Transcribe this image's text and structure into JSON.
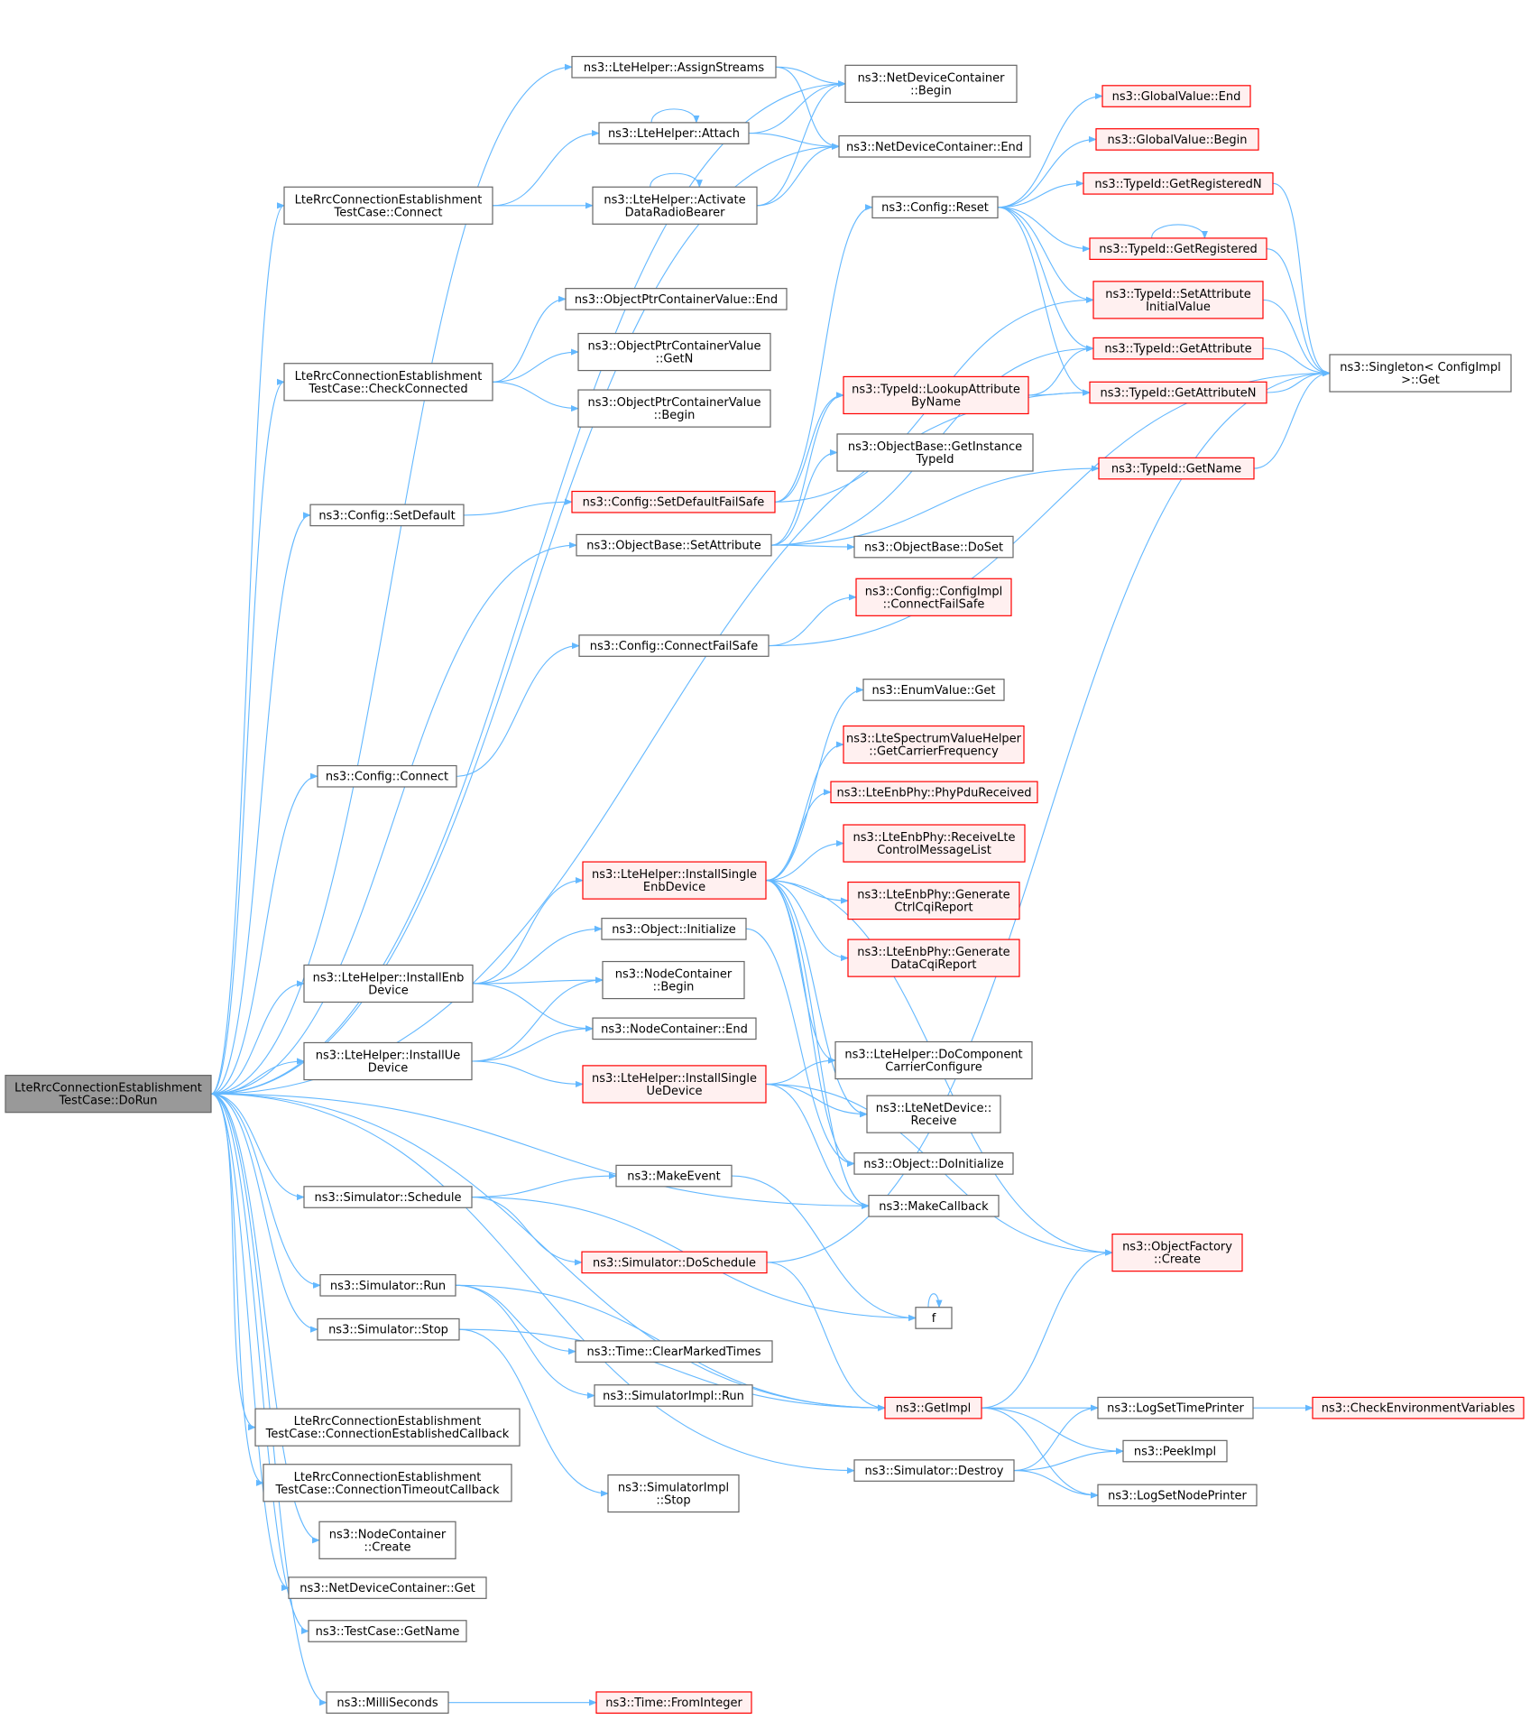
{
  "colors": {
    "edge": "#63b8ff",
    "normal_fill": "#ffffff",
    "normal_border": "#666666",
    "truncated_fill": "#fff0f0",
    "truncated_border": "#ff0000",
    "root_fill": "#999999",
    "root_border": "#666666"
  },
  "nodes": [
    {
      "id": "root",
      "kind": "root",
      "lines": [
        "LteRrcConnectionEstablishment",
        "TestCase::DoRun"
      ]
    },
    {
      "id": "n_assign",
      "kind": "normal",
      "lines": [
        "ns3::LteHelper::AssignStreams"
      ]
    },
    {
      "id": "n_ndc_begin",
      "kind": "normal",
      "lines": [
        "ns3::NetDeviceContainer",
        "::Begin"
      ]
    },
    {
      "id": "n_attach",
      "kind": "normal",
      "lines": [
        "ns3::LteHelper::Attach"
      ]
    },
    {
      "id": "n_ndc_end",
      "kind": "normal",
      "lines": [
        "ns3::NetDeviceContainer::End"
      ]
    },
    {
      "id": "n_gv_end",
      "kind": "truncated",
      "lines": [
        "ns3::GlobalValue::End"
      ]
    },
    {
      "id": "n_gv_begin",
      "kind": "truncated",
      "lines": [
        "ns3::GlobalValue::Begin"
      ]
    },
    {
      "id": "n_connect",
      "kind": "normal",
      "lines": [
        "LteRrcConnectionEstablishment",
        "TestCase::Connect"
      ]
    },
    {
      "id": "n_activate",
      "kind": "normal",
      "lines": [
        "ns3::LteHelper::Activate",
        "DataRadioBearer"
      ]
    },
    {
      "id": "n_cfg_reset",
      "kind": "normal",
      "lines": [
        "ns3::Config::Reset"
      ]
    },
    {
      "id": "n_getregn",
      "kind": "truncated",
      "lines": [
        "ns3::TypeId::GetRegisteredN"
      ]
    },
    {
      "id": "n_getreg",
      "kind": "truncated",
      "lines": [
        "ns3::TypeId::GetRegistered"
      ]
    },
    {
      "id": "n_setattrinit",
      "kind": "truncated",
      "lines": [
        "ns3::TypeId::SetAttribute",
        "InitialValue"
      ]
    },
    {
      "id": "n_opcv_end",
      "kind": "normal",
      "lines": [
        "ns3::ObjectPtrContainerValue::End"
      ]
    },
    {
      "id": "n_checkconn",
      "kind": "normal",
      "lines": [
        "LteRrcConnectionEstablishment",
        "TestCase::CheckConnected"
      ]
    },
    {
      "id": "n_opcv_getn",
      "kind": "normal",
      "lines": [
        "ns3::ObjectPtrContainerValue",
        "::GetN"
      ]
    },
    {
      "id": "n_getattr",
      "kind": "truncated",
      "lines": [
        "ns3::TypeId::GetAttribute"
      ]
    },
    {
      "id": "n_singleton",
      "kind": "normal",
      "lines": [
        "ns3::Singleton< ConfigImpl",
        " >::Get"
      ]
    },
    {
      "id": "n_lookup",
      "kind": "truncated",
      "lines": [
        "ns3::TypeId::LookupAttribute",
        "ByName"
      ]
    },
    {
      "id": "n_getattrn",
      "kind": "truncated",
      "lines": [
        "ns3::TypeId::GetAttributeN"
      ]
    },
    {
      "id": "n_opcv_begin",
      "kind": "normal",
      "lines": [
        "ns3::ObjectPtrContainerValue",
        "::Begin"
      ]
    },
    {
      "id": "n_getinst",
      "kind": "normal",
      "lines": [
        "ns3::ObjectBase::GetInstance",
        "TypeId"
      ]
    },
    {
      "id": "n_getname",
      "kind": "truncated",
      "lines": [
        "ns3::TypeId::GetName"
      ]
    },
    {
      "id": "n_cfg_setdef",
      "kind": "normal",
      "lines": [
        "ns3::Config::SetDefault"
      ]
    },
    {
      "id": "n_setdeffs",
      "kind": "truncated",
      "lines": [
        "ns3::Config::SetDefaultFailSafe"
      ]
    },
    {
      "id": "n_ob_setattr",
      "kind": "normal",
      "lines": [
        "ns3::ObjectBase::SetAttribute"
      ]
    },
    {
      "id": "n_doset",
      "kind": "normal",
      "lines": [
        "ns3::ObjectBase::DoSet"
      ]
    },
    {
      "id": "n_cfgimpl_cfs",
      "kind": "truncated",
      "lines": [
        "ns3::Config::ConfigImpl",
        "::ConnectFailSafe"
      ]
    },
    {
      "id": "n_cfg_cfs",
      "kind": "normal",
      "lines": [
        "ns3::Config::ConnectFailSafe"
      ]
    },
    {
      "id": "n_enum_get",
      "kind": "normal",
      "lines": [
        "ns3::EnumValue::Get"
      ]
    },
    {
      "id": "n_lsvh",
      "kind": "truncated",
      "lines": [
        "ns3::LteSpectrumValueHelper",
        "::GetCarrierFrequency"
      ]
    },
    {
      "id": "n_cfg_connect",
      "kind": "normal",
      "lines": [
        "ns3::Config::Connect"
      ]
    },
    {
      "id": "n_phypdu",
      "kind": "truncated",
      "lines": [
        "ns3::LteEnbPhy::PhyPduReceived"
      ]
    },
    {
      "id": "n_recvlte",
      "kind": "truncated",
      "lines": [
        "ns3::LteEnbPhy::ReceiveLte",
        "ControlMessageList"
      ]
    },
    {
      "id": "n_install_single_enb",
      "kind": "truncated",
      "lines": [
        "ns3::LteHelper::InstallSingle",
        "EnbDevice"
      ]
    },
    {
      "id": "n_gen_ctrl",
      "kind": "truncated",
      "lines": [
        "ns3::LteEnbPhy::Generate",
        "CtrlCqiReport"
      ]
    },
    {
      "id": "n_obj_init",
      "kind": "normal",
      "lines": [
        "ns3::Object::Initialize"
      ]
    },
    {
      "id": "n_gen_data",
      "kind": "truncated",
      "lines": [
        "ns3::LteEnbPhy::Generate",
        "DataCqiReport"
      ]
    },
    {
      "id": "n_install_enb",
      "kind": "normal",
      "lines": [
        "ns3::LteHelper::InstallEnb",
        "Device"
      ]
    },
    {
      "id": "n_nc_begin",
      "kind": "normal",
      "lines": [
        "ns3::NodeContainer",
        "::Begin"
      ]
    },
    {
      "id": "n_nc_end",
      "kind": "normal",
      "lines": [
        "ns3::NodeContainer::End"
      ]
    },
    {
      "id": "n_install_ue",
      "kind": "normal",
      "lines": [
        "ns3::LteHelper::InstallUe",
        "Device"
      ]
    },
    {
      "id": "n_docc",
      "kind": "normal",
      "lines": [
        "ns3::LteHelper::DoComponent",
        "CarrierConfigure"
      ]
    },
    {
      "id": "n_install_single_ue",
      "kind": "truncated",
      "lines": [
        "ns3::LteHelper::InstallSingle",
        "UeDevice"
      ]
    },
    {
      "id": "n_ltenet_recv",
      "kind": "normal",
      "lines": [
        "ns3::LteNetDevice::",
        "Receive"
      ]
    },
    {
      "id": "n_obj_doinit",
      "kind": "normal",
      "lines": [
        "ns3::Object::DoInitialize"
      ]
    },
    {
      "id": "n_makeevent",
      "kind": "normal",
      "lines": [
        "ns3::MakeEvent"
      ]
    },
    {
      "id": "n_sim_sched",
      "kind": "normal",
      "lines": [
        "ns3::Simulator::Schedule"
      ]
    },
    {
      "id": "n_makecb",
      "kind": "normal",
      "lines": [
        "ns3::MakeCallback"
      ]
    },
    {
      "id": "n_objfac",
      "kind": "truncated",
      "lines": [
        "ns3::ObjectFactory",
        "::Create"
      ]
    },
    {
      "id": "n_doschedule",
      "kind": "truncated",
      "lines": [
        "ns3::Simulator::DoSchedule"
      ]
    },
    {
      "id": "n_sim_run",
      "kind": "normal",
      "lines": [
        "ns3::Simulator::Run"
      ]
    },
    {
      "id": "n_f",
      "kind": "normal",
      "lines": [
        "f"
      ]
    },
    {
      "id": "n_sim_stop",
      "kind": "normal",
      "lines": [
        "ns3::Simulator::Stop"
      ]
    },
    {
      "id": "n_clearmarked",
      "kind": "normal",
      "lines": [
        "ns3::Time::ClearMarkedTimes"
      ]
    },
    {
      "id": "n_simimpl_run",
      "kind": "normal",
      "lines": [
        "ns3::SimulatorImpl::Run"
      ]
    },
    {
      "id": "n_getimpl",
      "kind": "truncated",
      "lines": [
        "ns3::GetImpl"
      ]
    },
    {
      "id": "n_logtime",
      "kind": "normal",
      "lines": [
        "ns3::LogSetTimePrinter"
      ]
    },
    {
      "id": "n_checkenv",
      "kind": "truncated",
      "lines": [
        "ns3::CheckEnvironmentVariables"
      ]
    },
    {
      "id": "n_cb_established",
      "kind": "normal",
      "lines": [
        "LteRrcConnectionEstablishment",
        "TestCase::ConnectionEstablishedCallback"
      ]
    },
    {
      "id": "n_peekimpl",
      "kind": "normal",
      "lines": [
        "ns3::PeekImpl"
      ]
    },
    {
      "id": "n_sim_destroy",
      "kind": "normal",
      "lines": [
        "ns3::Simulator::Destroy"
      ]
    },
    {
      "id": "n_cb_timeout",
      "kind": "normal",
      "lines": [
        "LteRrcConnectionEstablishment",
        "TestCase::ConnectionTimeoutCallback"
      ]
    },
    {
      "id": "n_simimpl_stop",
      "kind": "normal",
      "lines": [
        "ns3::SimulatorImpl",
        "::Stop"
      ]
    },
    {
      "id": "n_lognode",
      "kind": "normal",
      "lines": [
        "ns3::LogSetNodePrinter"
      ]
    },
    {
      "id": "n_nc_create",
      "kind": "normal",
      "lines": [
        "ns3::NodeContainer",
        "::Create"
      ]
    },
    {
      "id": "n_ndc_get",
      "kind": "normal",
      "lines": [
        "ns3::NetDeviceContainer::Get"
      ]
    },
    {
      "id": "n_tc_getname",
      "kind": "normal",
      "lines": [
        "ns3::TestCase::GetName"
      ]
    },
    {
      "id": "n_milli",
      "kind": "normal",
      "lines": [
        "ns3::MilliSeconds"
      ]
    },
    {
      "id": "n_fromint",
      "kind": "truncated",
      "lines": [
        "ns3::Time::FromInteger"
      ]
    }
  ],
  "edges": [
    [
      "root",
      "n_ndc_begin"
    ],
    [
      "root",
      "n_assign"
    ],
    [
      "root",
      "n_connect"
    ],
    [
      "root",
      "n_ndc_end"
    ],
    [
      "root",
      "n_checkconn"
    ],
    [
      "root",
      "n_getattrn"
    ],
    [
      "root",
      "n_cfg_setdef"
    ],
    [
      "root",
      "n_ob_setattr"
    ],
    [
      "root",
      "n_cfg_connect"
    ],
    [
      "root",
      "n_install_enb"
    ],
    [
      "root",
      "n_install_ue"
    ],
    [
      "root",
      "n_makecb"
    ],
    [
      "root",
      "n_sim_sched"
    ],
    [
      "root",
      "n_sim_run"
    ],
    [
      "root",
      "n_sim_stop"
    ],
    [
      "root",
      "n_getimpl"
    ],
    [
      "root",
      "n_sim_destroy"
    ],
    [
      "root",
      "n_cb_established"
    ],
    [
      "root",
      "n_cb_timeout"
    ],
    [
      "root",
      "n_nc_create"
    ],
    [
      "root",
      "n_ndc_get"
    ],
    [
      "root",
      "n_tc_getname"
    ],
    [
      "root",
      "n_milli"
    ],
    [
      "n_assign",
      "n_ndc_begin"
    ],
    [
      "n_assign",
      "n_ndc_end"
    ],
    [
      "n_attach",
      "n_attach"
    ],
    [
      "n_attach",
      "n_ndc_begin"
    ],
    [
      "n_attach",
      "n_ndc_end"
    ],
    [
      "n_connect",
      "n_attach"
    ],
    [
      "n_connect",
      "n_activate"
    ],
    [
      "n_activate",
      "n_activate"
    ],
    [
      "n_activate",
      "n_ndc_begin"
    ],
    [
      "n_activate",
      "n_ndc_end"
    ],
    [
      "n_cfg_reset",
      "n_gv_end"
    ],
    [
      "n_cfg_reset",
      "n_gv_begin"
    ],
    [
      "n_cfg_reset",
      "n_getregn"
    ],
    [
      "n_cfg_reset",
      "n_getreg"
    ],
    [
      "n_cfg_reset",
      "n_setattrinit"
    ],
    [
      "n_cfg_reset",
      "n_getattr"
    ],
    [
      "n_cfg_reset",
      "n_getattrn"
    ],
    [
      "n_getregn",
      "n_singleton"
    ],
    [
      "n_getreg",
      "n_getreg"
    ],
    [
      "n_getreg",
      "n_singleton"
    ],
    [
      "n_setattrinit",
      "n_singleton"
    ],
    [
      "n_getattr",
      "n_singleton"
    ],
    [
      "n_getattrn",
      "n_singleton"
    ],
    [
      "n_checkconn",
      "n_opcv_end"
    ],
    [
      "n_checkconn",
      "n_opcv_getn"
    ],
    [
      "n_checkconn",
      "n_opcv_begin"
    ],
    [
      "n_lookup",
      "n_getattr"
    ],
    [
      "n_lookup",
      "n_getattrn"
    ],
    [
      "n_getname",
      "n_singleton"
    ],
    [
      "n_cfg_setdef",
      "n_setdeffs"
    ],
    [
      "n_setdeffs",
      "n_cfg_reset"
    ],
    [
      "n_setdeffs",
      "n_setattrinit"
    ],
    [
      "n_setdeffs",
      "n_lookup"
    ],
    [
      "n_ob_setattr",
      "n_lookup"
    ],
    [
      "n_ob_setattr",
      "n_getinst"
    ],
    [
      "n_ob_setattr",
      "n_getname"
    ],
    [
      "n_ob_setattr",
      "n_doset"
    ],
    [
      "n_ob_setattr",
      "n_getattr"
    ],
    [
      "n_cfg_cfs",
      "n_cfgimpl_cfs"
    ],
    [
      "n_cfg_cfs",
      "n_singleton"
    ],
    [
      "n_cfg_connect",
      "n_cfg_cfs"
    ],
    [
      "n_install_single_enb",
      "n_enum_get"
    ],
    [
      "n_install_single_enb",
      "n_lsvh"
    ],
    [
      "n_install_single_enb",
      "n_phypdu"
    ],
    [
      "n_install_single_enb",
      "n_recvlte"
    ],
    [
      "n_install_single_enb",
      "n_gen_ctrl"
    ],
    [
      "n_install_single_enb",
      "n_gen_data"
    ],
    [
      "n_install_single_enb",
      "n_docc"
    ],
    [
      "n_install_single_enb",
      "n_ltenet_recv"
    ],
    [
      "n_install_single_enb",
      "n_obj_doinit"
    ],
    [
      "n_install_single_enb",
      "n_makecb"
    ],
    [
      "n_install_single_enb",
      "n_objfac"
    ],
    [
      "n_install_enb",
      "n_install_single_enb"
    ],
    [
      "n_install_enb",
      "n_obj_init"
    ],
    [
      "n_install_enb",
      "n_nc_begin"
    ],
    [
      "n_install_enb",
      "n_nc_end"
    ],
    [
      "n_obj_init",
      "n_obj_doinit"
    ],
    [
      "n_install_ue",
      "n_nc_begin"
    ],
    [
      "n_install_ue",
      "n_nc_end"
    ],
    [
      "n_install_ue",
      "n_install_single_ue"
    ],
    [
      "n_install_single_ue",
      "n_docc"
    ],
    [
      "n_install_single_ue",
      "n_ltenet_recv"
    ],
    [
      "n_install_single_ue",
      "n_makecb"
    ],
    [
      "n_install_single_ue",
      "n_objfac"
    ],
    [
      "n_sim_sched",
      "n_makeevent"
    ],
    [
      "n_sim_sched",
      "n_doschedule"
    ],
    [
      "n_sim_sched",
      "n_f"
    ],
    [
      "n_makeevent",
      "n_f"
    ],
    [
      "n_f",
      "n_f"
    ],
    [
      "n_doschedule",
      "n_singleton"
    ],
    [
      "n_doschedule",
      "n_getimpl"
    ],
    [
      "n_sim_run",
      "n_clearmarked"
    ],
    [
      "n_sim_run",
      "n_simimpl_run"
    ],
    [
      "n_sim_run",
      "n_getimpl"
    ],
    [
      "n_sim_stop",
      "n_simimpl_stop"
    ],
    [
      "n_sim_stop",
      "n_getimpl"
    ],
    [
      "n_getimpl",
      "n_objfac"
    ],
    [
      "n_getimpl",
      "n_logtime"
    ],
    [
      "n_getimpl",
      "n_peekimpl"
    ],
    [
      "n_getimpl",
      "n_lognode"
    ],
    [
      "n_logtime",
      "n_checkenv"
    ],
    [
      "n_sim_destroy",
      "n_logtime"
    ],
    [
      "n_sim_destroy",
      "n_peekimpl"
    ],
    [
      "n_sim_destroy",
      "n_lognode"
    ],
    [
      "n_milli",
      "n_fromint"
    ]
  ]
}
